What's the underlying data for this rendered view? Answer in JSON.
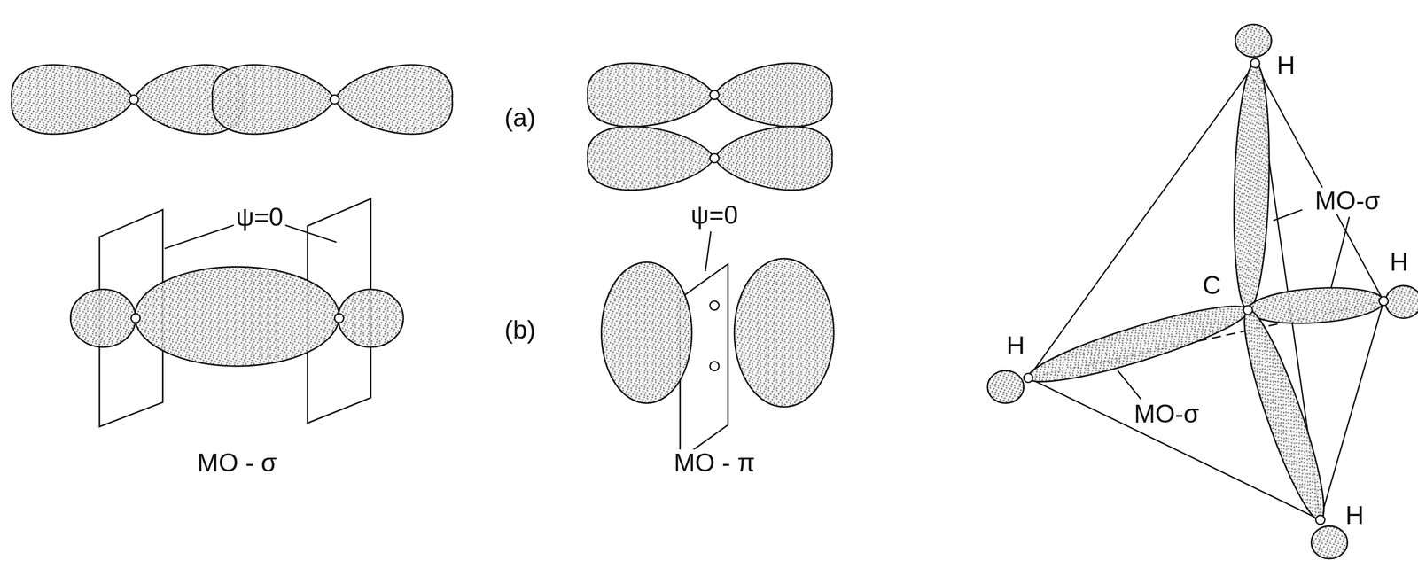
{
  "diagram": {
    "labels": [
      "(a)",
      "ψ=0",
      "(b)",
      "ψ=0",
      "MO - σ",
      "MO - π",
      "H",
      "C",
      "H",
      "H",
      "H",
      "MO-σ",
      "MO-σ"
    ]
  }
}
